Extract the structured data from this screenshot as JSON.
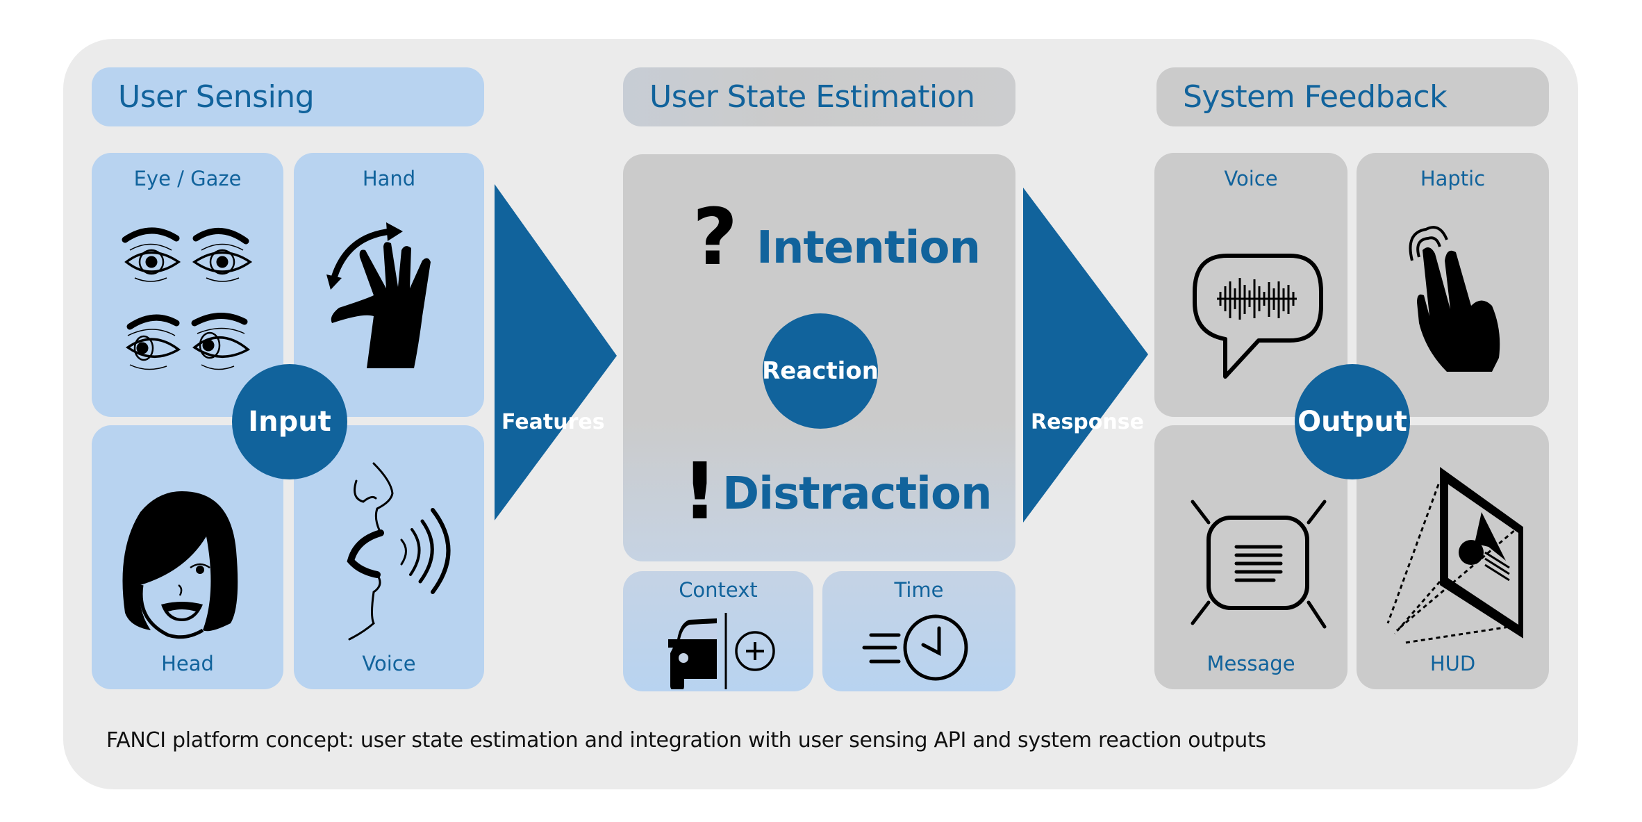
{
  "colors": {
    "accent_blue": "#11639c",
    "sensing_panel": "#b8d3f0",
    "estimation_panel": "#cbcbcb",
    "background_panel": "#ebebeb"
  },
  "sections": {
    "user_sensing": {
      "title": "User Sensing",
      "hub": "Input",
      "tiles": [
        {
          "label": "Eye / Gaze",
          "icon": "eyes-icon"
        },
        {
          "label": "Hand",
          "icon": "waving-hand-icon"
        },
        {
          "label": "Head",
          "icon": "face-icon"
        },
        {
          "label": "Voice",
          "icon": "speaking-profile-icon"
        }
      ]
    },
    "user_state_estimation": {
      "title": "User State Estimation",
      "hub": "Reaction",
      "states": [
        {
          "label": "Intention",
          "icon": "question-mark-icon"
        },
        {
          "label": "Distraction",
          "icon": "exclamation-mark-icon"
        }
      ],
      "tiles": [
        {
          "label": "Context",
          "icon": "car-plus-icon"
        },
        {
          "label": "Time",
          "icon": "fast-clock-icon"
        }
      ]
    },
    "system_feedback": {
      "title": "System Feedback",
      "hub": "Output",
      "tiles": [
        {
          "label": "Voice",
          "icon": "speech-bubble-waveform-icon"
        },
        {
          "label": "Haptic",
          "icon": "two-finger-tap-icon"
        },
        {
          "label": "Message",
          "icon": "message-display-icon"
        },
        {
          "label": "HUD",
          "icon": "head-up-display-icon"
        }
      ]
    }
  },
  "arrows": {
    "features": "Features",
    "response": "Response"
  },
  "caption": "FANCI platform concept: user state estimation and integration with user sensing API and system reaction outputs"
}
